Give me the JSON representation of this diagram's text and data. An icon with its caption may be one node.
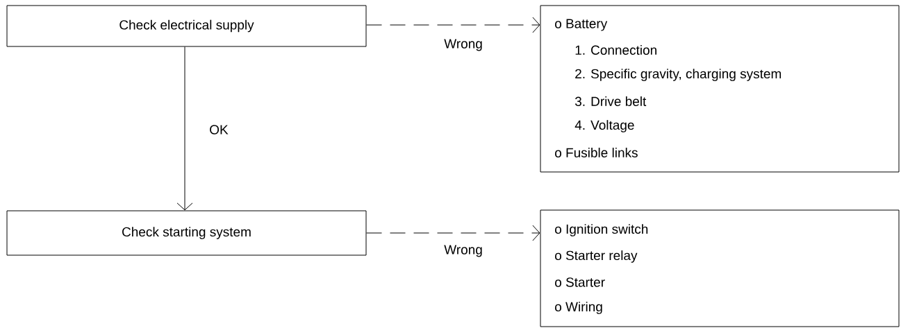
{
  "diagram": {
    "nodes": [
      {
        "text": [
          "Check electrical supply"
        ]
      },
      {
        "text": [
          "o Battery",
          "1. Connection",
          "2. Specific gravity, charging system",
          "3. Drive belt",
          "4. Voltage",
          "o Fusible links"
        ]
      },
      {
        "text": [
          "Check starting system"
        ]
      },
      {
        "text": [
          "o Ignition switch",
          "o Starter relay",
          "o Starter",
          "o Wiring"
        ]
      }
    ],
    "edges": [
      {
        "from": 0,
        "to": 1,
        "arrow": "to",
        "style": "dashed",
        "label": "Wrong"
      },
      {
        "from": 0,
        "to": 2,
        "arrow": "to",
        "label": "OK"
      },
      {
        "from": 2,
        "to": 3,
        "arrow": "to",
        "style": "dashed",
        "label": "Wrong"
      }
    ]
  }
}
